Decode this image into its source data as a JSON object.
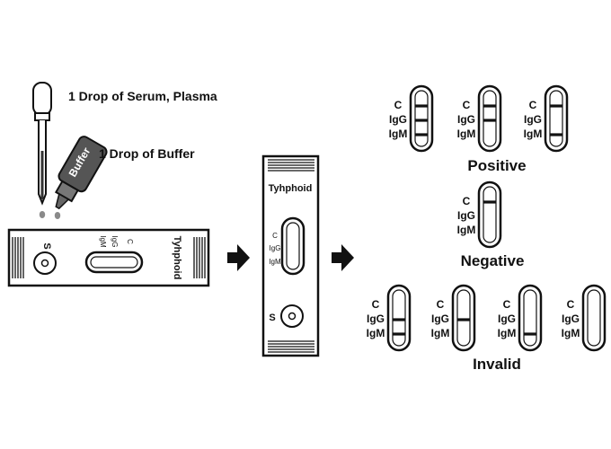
{
  "labels": {
    "step1": "1 Drop of Serum, Plasma",
    "step2": "1 Drop of Buffer",
    "buffer_bottle": "Buffer",
    "cassette_brand": "Tyhphoid",
    "sample_well": "S",
    "line_c": "C",
    "line_igg": "IgG",
    "line_igm": "IgM"
  },
  "results": [
    {
      "title": "Positive",
      "strips": [
        {
          "lines": [
            "C",
            "IgG",
            "IgM"
          ]
        },
        {
          "lines": [
            "C",
            "IgG"
          ]
        },
        {
          "lines": [
            "C",
            "IgM"
          ]
        }
      ]
    },
    {
      "title": "Negative",
      "strips": [
        {
          "lines": [
            "C"
          ]
        }
      ]
    },
    {
      "title": "Invalid",
      "strips": [
        {
          "lines": [
            "IgG",
            "IgM"
          ]
        },
        {
          "lines": [
            "IgG"
          ]
        },
        {
          "lines": [
            "IgM"
          ]
        },
        {
          "lines": []
        }
      ]
    }
  ],
  "colors": {
    "ink": "#111111",
    "drop": "#8a8a8a",
    "bottle_body": "#555555",
    "bottle_cap": "#777777"
  }
}
